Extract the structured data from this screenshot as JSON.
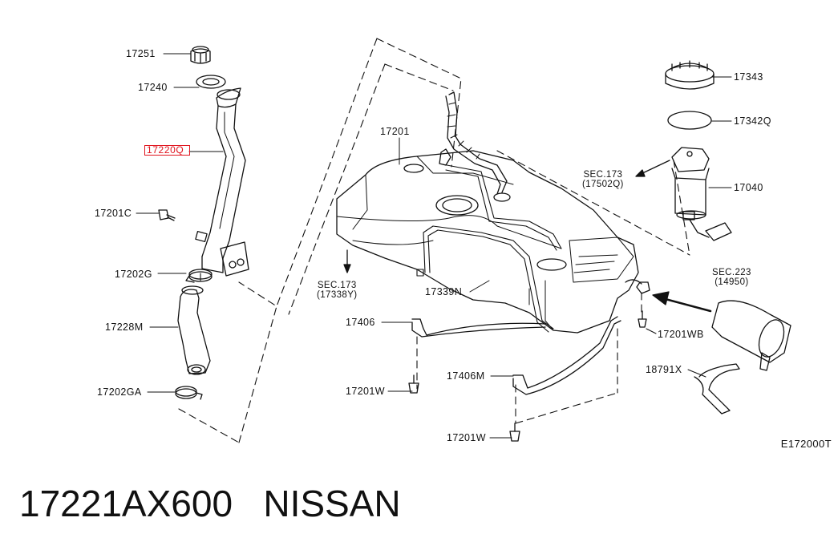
{
  "diagram": {
    "labels": [
      "17251",
      "17240",
      "17201C",
      "17202G",
      "17228M",
      "17202GA",
      "17201",
      "17339N",
      "17406",
      "17406M",
      "17201W",
      "17201W",
      "17343",
      "17342Q",
      "17040",
      "17201WB",
      "18791X"
    ],
    "highlighted_part": "17220Q",
    "highlight_color": "#e0141e",
    "section_refs": [
      {
        "title": "SEC.173",
        "ref": "(17502Q)"
      },
      {
        "title": "SEC.173",
        "ref": "(17338Y)"
      },
      {
        "title": "SEC.223",
        "ref": "(14950)"
      }
    ],
    "diagram_code": "E172000T"
  },
  "caption": {
    "part_number": "17221AX600",
    "brand": "NISSAN"
  }
}
